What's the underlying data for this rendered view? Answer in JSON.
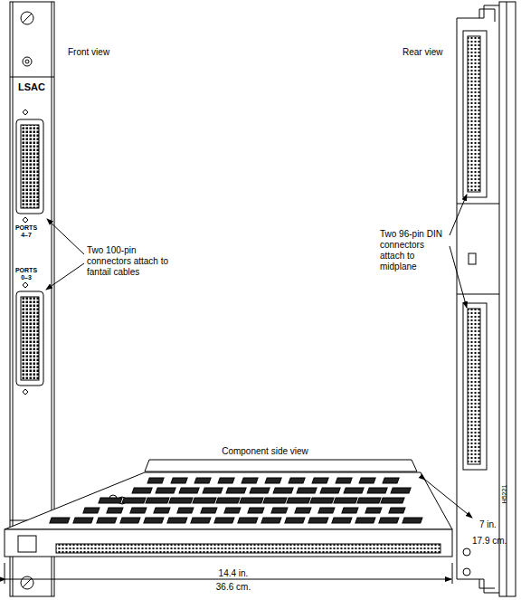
{
  "diagram": {
    "labels": [
      "Front view",
      "LSAC",
      "PORTS 4–7",
      "Two 100-pin connectors attach to fantail cables",
      "PORTS 0–3",
      "Rear view",
      "Two 96-pin DIN connectors attach to midplane",
      "Component side view",
      "7 in.",
      "17.9 cm.",
      "14.4 in.",
      "36.6 cm.",
      "H5221"
    ]
  }
}
